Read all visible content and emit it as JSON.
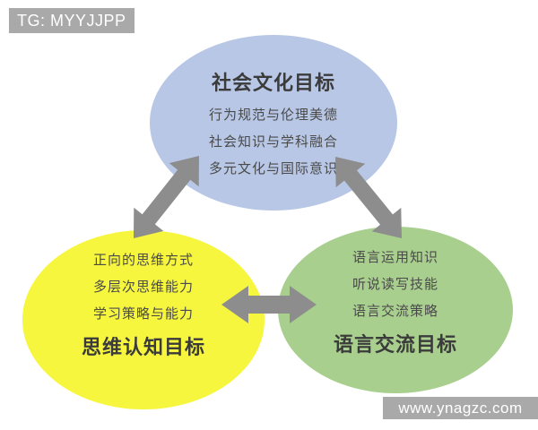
{
  "watermarks": {
    "top_left": "TG: MYYJJPP",
    "bottom_right": "www.ynagzc.com",
    "background_color": "#a9a9a9",
    "text_color": "#ffffff"
  },
  "diagram": {
    "arrow_color": "#8d8d8d",
    "nodes": [
      {
        "id": "social-culture",
        "title": "社会文化目标",
        "color": "#b7c7e5",
        "title_position": "top",
        "items": [
          "行为规范与伦理美德",
          "社会知识与学科融合",
          "多元文化与国际意识"
        ]
      },
      {
        "id": "thinking-cognition",
        "title": "思维认知目标",
        "color": "#f7f63e",
        "title_position": "bottom",
        "items": [
          "正向的思维方式",
          "多层次思维能力",
          "学习策略与能力"
        ]
      },
      {
        "id": "language-communication",
        "title": "语言交流目标",
        "color": "#a8cf8e",
        "title_position": "bottom",
        "items": [
          "语言运用知识",
          "听说读写技能",
          "语言交流策略"
        ]
      }
    ],
    "connectors": [
      {
        "from": "social-culture",
        "to": "thinking-cognition",
        "bidirectional": true
      },
      {
        "from": "social-culture",
        "to": "language-communication",
        "bidirectional": true
      },
      {
        "from": "thinking-cognition",
        "to": "language-communication",
        "bidirectional": true
      }
    ]
  }
}
